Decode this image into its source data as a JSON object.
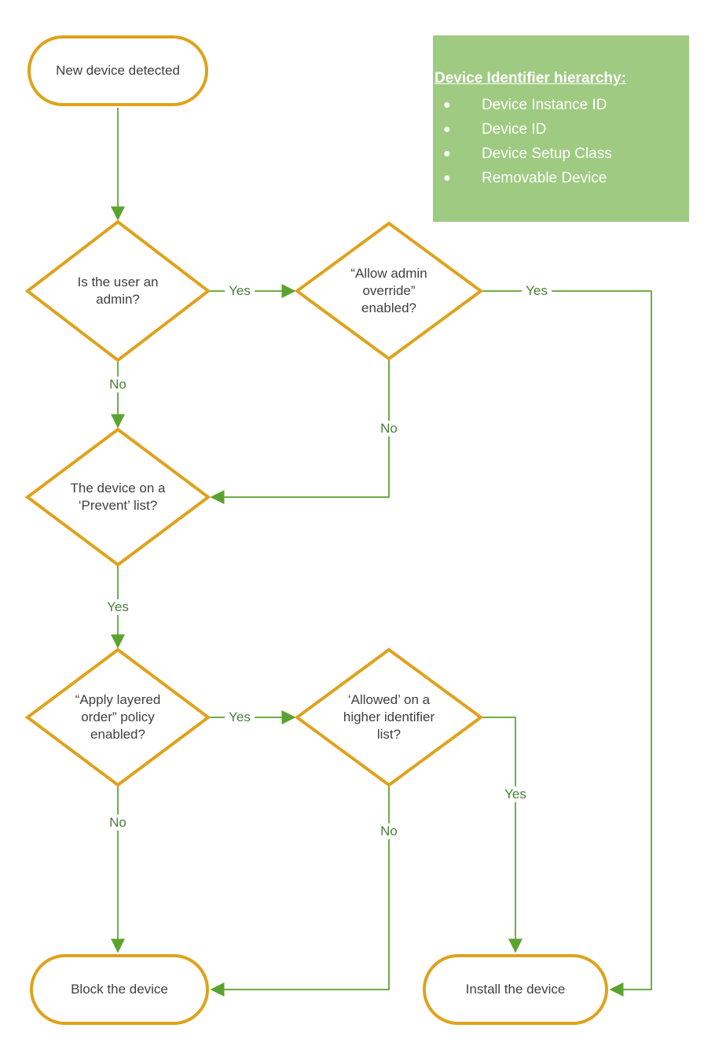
{
  "colors": {
    "shape_border_orange": "#DFA21C",
    "connector_green": "#6FAE46",
    "arrowhead_green": "#5BA32F",
    "edge_label_green": "#497F36",
    "node_text": "#404040",
    "legend_background": "#9FCA82",
    "legend_text": "#FFFFFF"
  },
  "nodes": {
    "start": {
      "label": "New device detected"
    },
    "d1": {
      "lines": [
        "Is the user an",
        "admin?"
      ]
    },
    "d2": {
      "lines": [
        "“Allow admin",
        "override”",
        "enabled?"
      ]
    },
    "d3": {
      "lines": [
        "The device on a",
        "‘Prevent’ list?"
      ]
    },
    "d4": {
      "lines": [
        "“Apply layered",
        "order” policy",
        "enabled?"
      ]
    },
    "d5": {
      "lines": [
        "‘Allowed’ on a",
        "higher identifier",
        "list?"
      ]
    },
    "block": {
      "label": "Block the device"
    },
    "install": {
      "label": "Install the device"
    }
  },
  "edges": {
    "d1_d2_yes": "Yes",
    "d1_d3_no": "No",
    "d2_install_yes": "Yes",
    "d2_d3_no": "No",
    "d3_d4_yes": "Yes",
    "d4_d5_yes": "Yes",
    "d4_block_no": "No",
    "d5_install_yes": "Yes",
    "d5_block_no": "No"
  },
  "legend": {
    "title": "Device Identifier hierarchy:",
    "bullet": "●",
    "items": [
      "Device Instance ID",
      "Device ID",
      "Device Setup Class",
      "Removable Device"
    ]
  }
}
